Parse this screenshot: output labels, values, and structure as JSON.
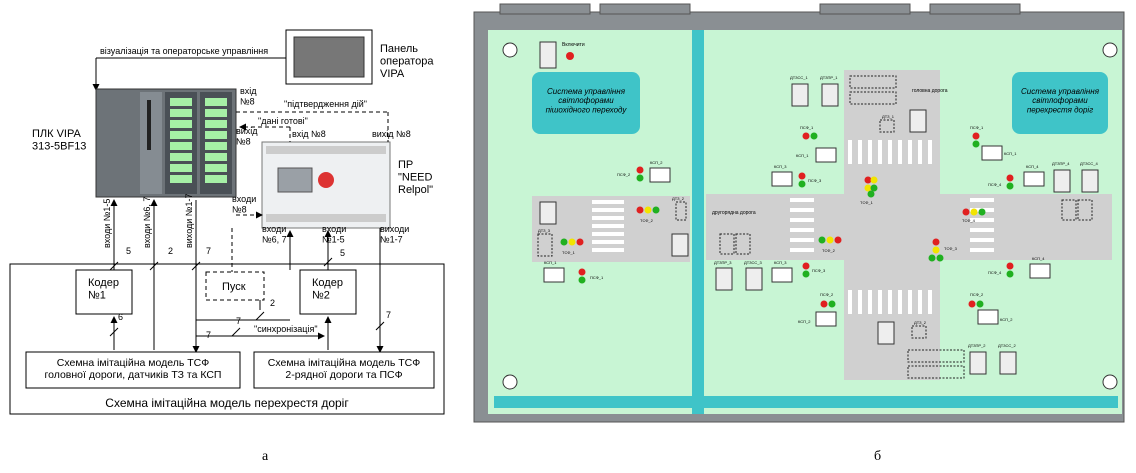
{
  "left": {
    "panel_title": "Панель\nоператора\nVIPA",
    "viz_label": "візуалізація та операторське управління",
    "plc_label": "ПЛК VIPA\n313-5BF13",
    "pr_label": "ПР\n\"NEED\nRelpol\"",
    "in8_a": "вхід\n№8",
    "in8_b": "вихід\n№8",
    "confirm": "\"підтвердження дій\"",
    "ready": "\"дані готові\"",
    "in8_c": "вхід №8",
    "out8_d": "вихід №8",
    "in8_e": "входи\n№8",
    "vert_labels": [
      "входи №1-5",
      "входи №6, 7",
      "виходи №1-7"
    ],
    "pr_inputs": [
      "входи\n№6, 7",
      "входи\n№1-5",
      "виходи\n№1-7"
    ],
    "bus_counts": [
      "5",
      "2",
      "7",
      "5",
      "7",
      "6",
      "2",
      "7",
      "7"
    ],
    "coder1": "Кодер\n№1",
    "coder2": "Кодер\n№2",
    "start": "Пуск",
    "sync": "\"синхронізація\"",
    "model_main": "Схемна імітаційна модель ТСФ\nголовної дороги, датчиків ТЗ та КСП",
    "model_second": "Схемна імітаційна модель ТСФ\n2-рядної дороги та ПСФ",
    "model_intersection": "Схемна імітаційна модель перехрестя доріг",
    "caption": "а"
  },
  "right": {
    "sys_left": "Система управління\nсвітлофорами\nпішохідного переходу",
    "sys_right": "Система управління\nсвітлофорами\nперехрестя доріг",
    "enable": "Включити",
    "main_road": "головна дорога",
    "second_road": "другорядна дорога",
    "small_labels": {
      "kcp1": "КСП_1",
      "kcp2": "КСП_2",
      "kcp3": "КСП_3",
      "kcp4": "КСП_4",
      "pcf1": "ПСФ_1",
      "pcf2": "ПСФ_2",
      "pcf3": "ПСФ_3",
      "pcf4": "ПСФ_4",
      "tsf1": "ТСФ_1",
      "tsf2": "ТСФ_2",
      "tsf3": "ТСФ_3",
      "tsf4": "ТСФ_4",
      "dtz1": "ДТЗ_1",
      "dtz2": "ДТЗ_2",
      "dtz3": "ДТЗ_3",
      "dtesc1": "ДТЗСС_1",
      "dtzpr1": "ДТЗПР_1",
      "dtzpr4": "ДТЗПР_4",
      "dtesc4": "ДТЗСС_4",
      "dtzpr3": "ДТЗПР_3",
      "dtesc3": "ДТЗСС_3",
      "dtzpr2": "ДТЗПР_2",
      "dtesc2": "ДТЗСС_2"
    },
    "caption": "б"
  }
}
